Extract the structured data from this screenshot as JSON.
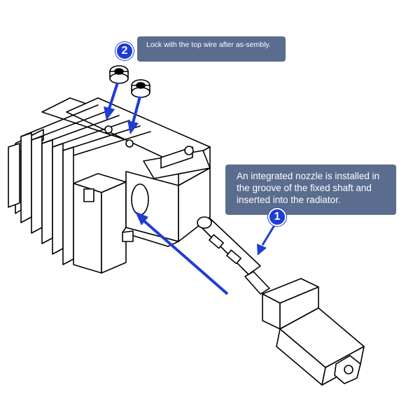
{
  "callouts": [
    {
      "number": "2",
      "text": "Lock with the top wire after as-sembly."
    },
    {
      "number": "1",
      "text": "An integrated nozzle is installed in the groove of the fixed shaft and inserted into the radiator."
    }
  ],
  "colors": {
    "callout_bg": "#5b6d8f",
    "badge": "#1e3cd6",
    "arrow": "#1e3cd6",
    "line_art": "#000000"
  },
  "icons": [
    "step-number-badge",
    "pointer-arrow",
    "heatsink-drawing",
    "set-screw-drawing",
    "nozzle-drawing"
  ]
}
